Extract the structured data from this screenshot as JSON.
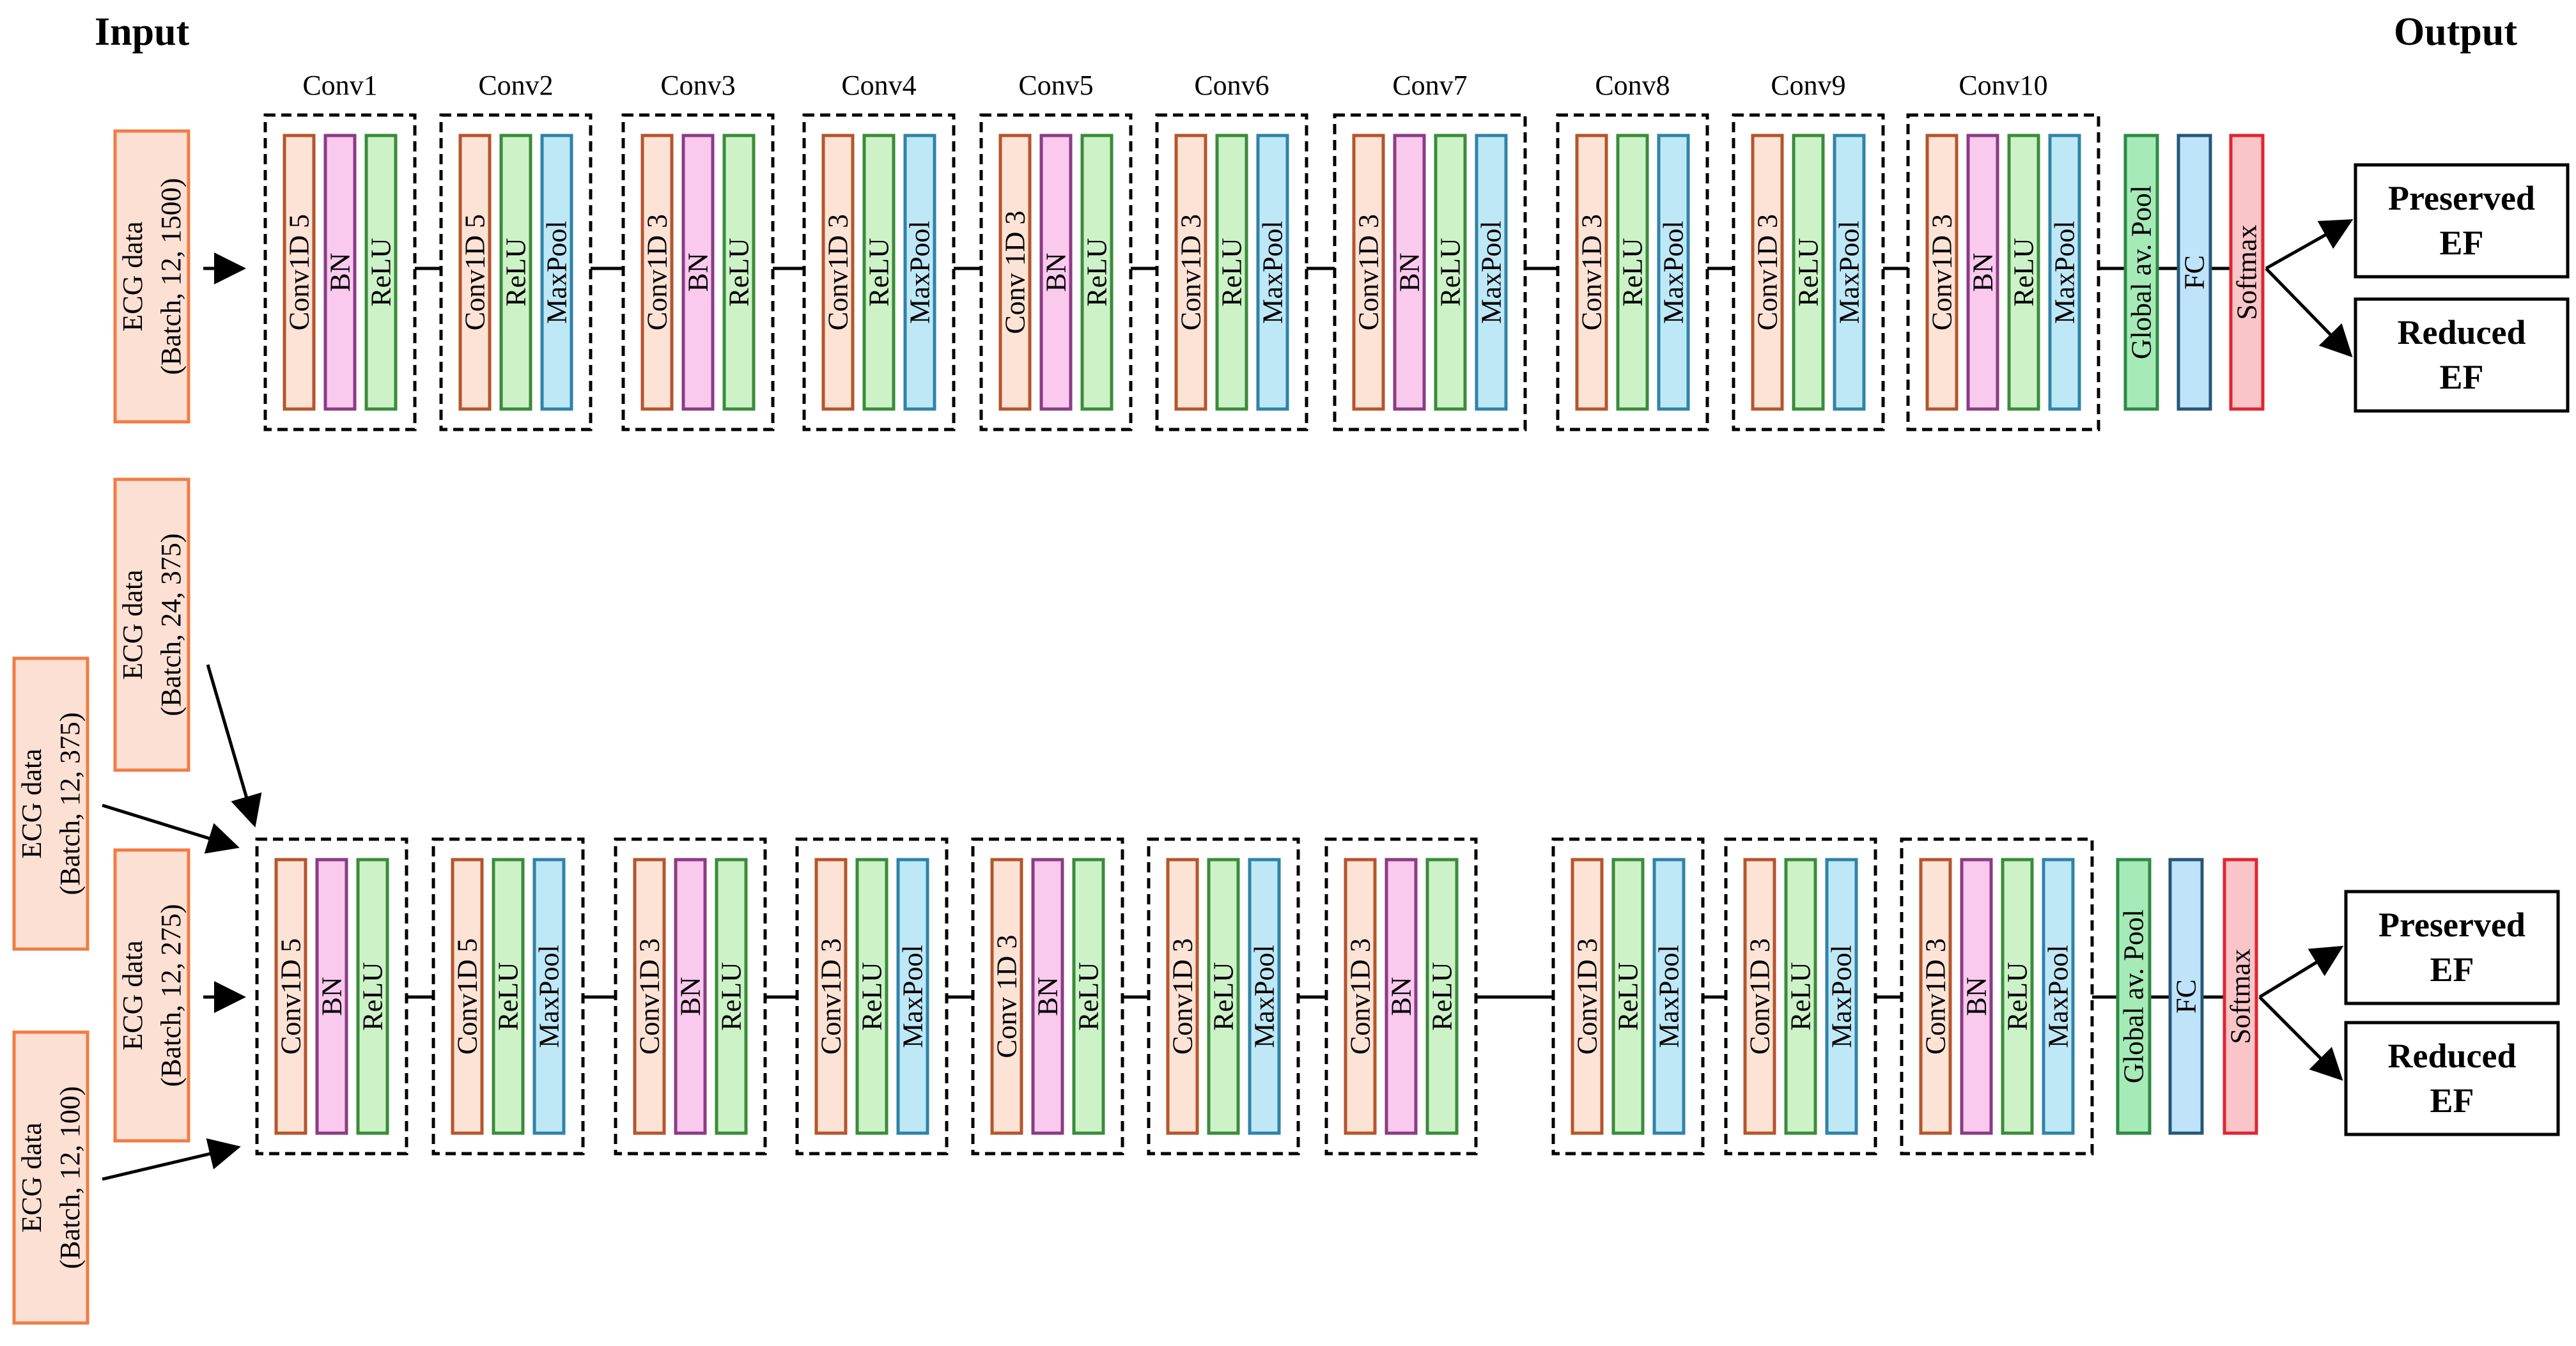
{
  "headings": {
    "input": "Input",
    "output": "Output"
  },
  "conv_titles": [
    "Conv1",
    "Conv2",
    "Conv3",
    "Conv4",
    "Conv5",
    "Conv6",
    "Conv7",
    "Conv8",
    "Conv9",
    "Conv10"
  ],
  "layer_labels": {
    "conv5": "Conv1D 5",
    "conv3": "Conv1D 3",
    "conv3_spaced": "Conv 1D 3",
    "bn": "BN",
    "relu": "ReLU",
    "maxpool": "MaxPool",
    "gap": "Global av. Pool",
    "fc": "FC",
    "softmax": "Softmax"
  },
  "top_blocks": [
    [
      "conv5",
      "bn",
      "relu"
    ],
    [
      "conv5",
      "relu",
      "maxpool"
    ],
    [
      "conv3",
      "bn",
      "relu"
    ],
    [
      "conv3",
      "relu",
      "maxpool"
    ],
    [
      "conv3_spaced",
      "bn",
      "relu"
    ],
    [
      "conv3",
      "relu",
      "maxpool"
    ],
    [
      "conv3",
      "bn",
      "relu",
      "maxpool"
    ],
    [
      "conv3",
      "relu",
      "maxpool"
    ],
    [
      "conv3",
      "relu",
      "maxpool"
    ],
    [
      "conv3",
      "bn",
      "relu",
      "maxpool"
    ]
  ],
  "bottom_blocks": [
    [
      "conv5",
      "bn",
      "relu"
    ],
    [
      "conv5",
      "relu",
      "maxpool"
    ],
    [
      "conv3",
      "bn",
      "relu"
    ],
    [
      "conv3",
      "relu",
      "maxpool"
    ],
    [
      "conv3_spaced",
      "bn",
      "relu"
    ],
    [
      "conv3",
      "relu",
      "maxpool"
    ],
    [
      "conv3",
      "bn",
      "relu"
    ],
    [
      "conv3",
      "relu",
      "maxpool"
    ],
    [
      "conv3",
      "relu",
      "maxpool"
    ],
    [
      "conv3",
      "bn",
      "relu",
      "maxpool"
    ]
  ],
  "inputs": {
    "top": {
      "line1": "ECG data",
      "line2": "(Batch, 12, 1500)"
    },
    "bottom": [
      {
        "line1": "ECG data",
        "line2": "(Batch, 24, 375)"
      },
      {
        "line1": "ECG data",
        "line2": "(Batch, 12, 375)"
      },
      {
        "line1": "ECG data",
        "line2": "(Batch, 12, 275)"
      },
      {
        "line1": "ECG data",
        "line2": "(Batch, 12, 100)"
      }
    ]
  },
  "outputs": [
    {
      "line1": "Preserved",
      "line2": "EF"
    },
    {
      "line1": "Reduced",
      "line2": "EF"
    }
  ],
  "colors": {
    "conv": {
      "fill": "#fde3d6",
      "stroke": "#b5552c"
    },
    "bn": {
      "fill": "#f9c9ee",
      "stroke": "#8a3c84"
    },
    "relu": {
      "fill": "#cdf2c8",
      "stroke": "#3a8c3a"
    },
    "maxpool": {
      "fill": "#bfe8f7",
      "stroke": "#2f83a8"
    },
    "gap": {
      "fill": "#a6eab8",
      "stroke": "#2e8a44"
    },
    "fc": {
      "fill": "#bfe3f8",
      "stroke": "#26577a"
    },
    "softmax": {
      "fill": "#f9c5c8",
      "stroke": "#e02533"
    },
    "input": {
      "fill": "#fde0d4",
      "stroke": "#ef7d44"
    },
    "output": {
      "fill": "#ffffff",
      "stroke": "#000000"
    }
  }
}
